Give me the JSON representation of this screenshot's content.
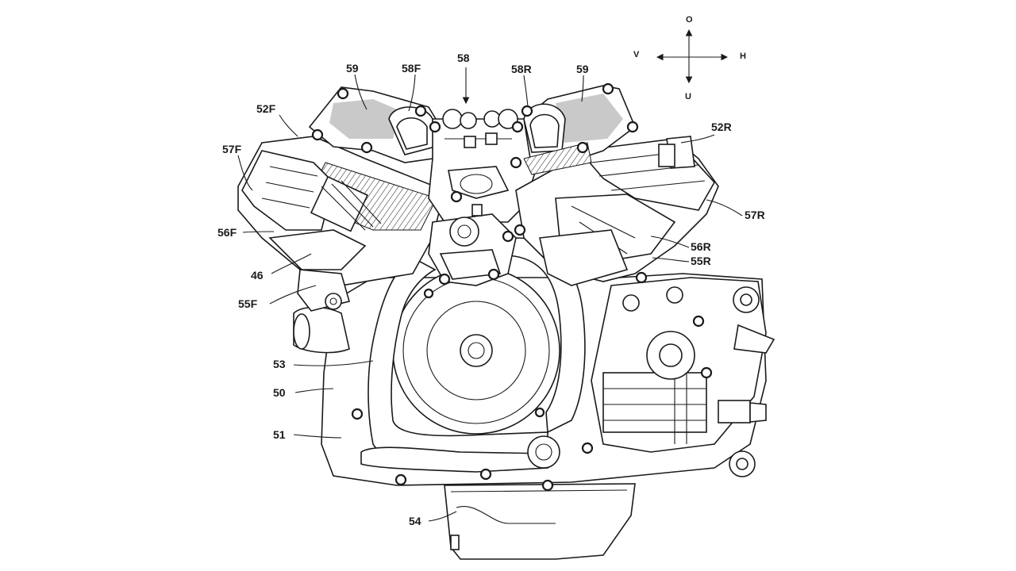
{
  "compass": {
    "up": "O",
    "down": "U",
    "left": "V",
    "right": "H"
  },
  "labels": {
    "l59_left": "59",
    "l58F": "58F",
    "l58": "58",
    "l58R": "58R",
    "l59_right": "59",
    "l52F": "52F",
    "l52R": "52R",
    "l57F": "57F",
    "l57R": "57R",
    "l56F": "56F",
    "l56R": "56R",
    "l55R": "55R",
    "l46": "46",
    "l55F": "55F",
    "l53": "53",
    "l50": "50",
    "l51": "51",
    "l54": "54"
  }
}
